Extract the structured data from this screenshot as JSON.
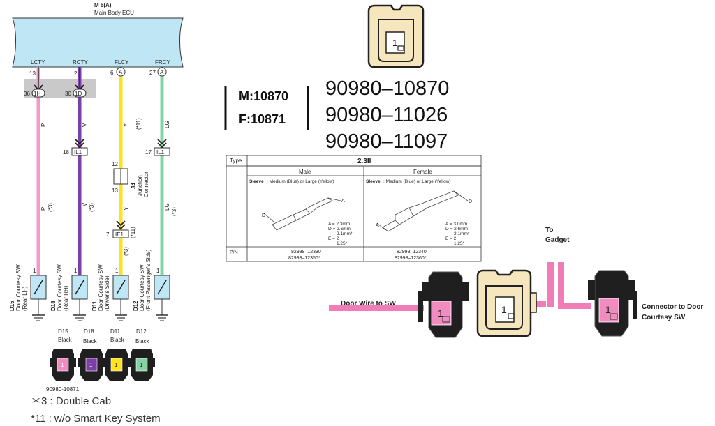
{
  "ecu": {
    "code": "M 6(A)",
    "name": "Main Body ECU",
    "pins": [
      {
        "label": "LCTY",
        "pin": "13",
        "conn": null
      },
      {
        "label": "RCTY",
        "pin": "2",
        "conn": null
      },
      {
        "label": "FLCY",
        "pin": "6",
        "conn": "A"
      },
      {
        "label": "FRCY",
        "pin": "27",
        "conn": "A"
      }
    ]
  },
  "wires": [
    {
      "color_code": "P",
      "hex": "#f39ac8",
      "top_conn_pin": "36",
      "top_conn": "1H",
      "note": "(*3)"
    },
    {
      "color_code": "V",
      "hex": "#7b3fa6",
      "top_conn_pin": "30",
      "top_conn": "1D",
      "note": "(*3)"
    },
    {
      "color_code": "Y",
      "hex": "#ffe21a",
      "note_top": "(*11)",
      "note_mid": "(*11)",
      "note": "(*3)"
    },
    {
      "color_code": "LG",
      "hex": "#86d3a4",
      "note": "(*3)"
    }
  ],
  "inline_connectors": [
    {
      "pin": "18",
      "name": "IL1"
    },
    {
      "pin": "17",
      "name": "IL1"
    },
    {
      "pin": "7",
      "name": "IE1"
    }
  ],
  "junction": {
    "pin_top": "12",
    "pin_bottom": "13",
    "code": "J4",
    "name_line1": "Junction",
    "name_line2": "Connector"
  },
  "switches": [
    {
      "pin": "1",
      "code": "D15",
      "name": "Door Courtesy SW",
      "side": "(Rear LH)"
    },
    {
      "pin": "1",
      "code": "D18",
      "name": "Door Courtesy SW",
      "side": "(Rear RH)"
    },
    {
      "pin": "1",
      "code": "D11",
      "name": "Door Courtesy SW",
      "side": "(Driver's Side)"
    },
    {
      "pin": "1",
      "code": "D12",
      "name": "Door Courtesy SW",
      "side": "(Front Passenger's Side)"
    }
  ],
  "small_connectors": [
    {
      "code": "D15",
      "color": "Black",
      "fill": "#f08cc0",
      "pin": "1"
    },
    {
      "code": "D18",
      "color": "Black",
      "fill": "#7b3fa6",
      "pin": "1"
    },
    {
      "code": "D11",
      "color": "Black",
      "fill": "#ffe21a",
      "pin": "1"
    },
    {
      "code": "D12",
      "color": "Black",
      "fill": "#86d3a4",
      "pin": "1"
    }
  ],
  "part_under_connectors": "90980-10871",
  "footnotes": [
    "＊3 : Double Cab",
    "*11 : w/o Smart Key System"
  ],
  "big_connector_pin": "1",
  "mf": {
    "m": "M:10870",
    "f": "F:10871"
  },
  "part_numbers": [
    "90980–10870",
    "90980–11026",
    "90980–11097"
  ],
  "spec_table": {
    "type_label": "Type",
    "type_value": "2.3II",
    "male_label": "Male",
    "female_label": "Female",
    "sleeve_label": "Sleeve",
    "sleeve_text": ": Medium (Blue) or Large (Yellow)",
    "male_dims": [
      "A = 2.3mm",
      "D = 2.6mm",
      "2.1mm*",
      "E = 2",
      "1.25*"
    ],
    "female_dims": [
      "A = 3.0mm",
      "D = 2.6mm",
      "2.1mm*",
      "E = 2",
      "1.25*"
    ],
    "pn_label": "P/N",
    "male_pn": [
      "82998–12330",
      "82998–12350*"
    ],
    "female_pn": [
      "82998–12340",
      "82998–12360*"
    ]
  },
  "bottom_right": {
    "door_wire_label": "Door Wire to SW",
    "to_gadget_line1": "To",
    "to_gadget_line2": "Gadget",
    "connector_label_line1": "Connector to Door",
    "connector_label_line2": "Courtesy SW",
    "pin": "1"
  },
  "colors": {
    "ecu_fill": "#bfe6f5",
    "connector_tan": "#f5e6bd",
    "wire_pink": "#f07cb8",
    "connector_black": "#1f1f1f"
  }
}
